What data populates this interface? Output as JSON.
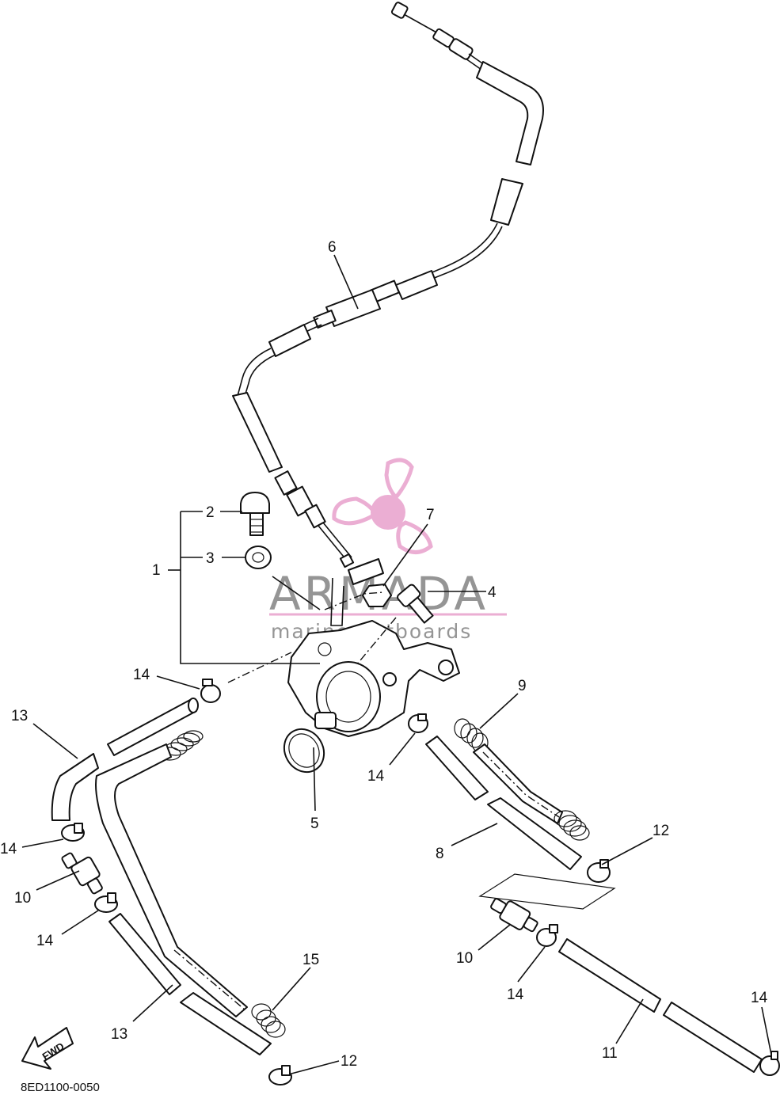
{
  "diagram_code": "8ED1100-0050",
  "fwd_label": "FWD",
  "watermark": {
    "brand": "ARMADA",
    "tagline": "marine outboards",
    "color": "#e9a6cf"
  },
  "callouts": [
    "1",
    "2",
    "3",
    "4",
    "5",
    "6",
    "7",
    "8",
    "9",
    "10",
    "11",
    "12",
    "13",
    "14",
    "15"
  ],
  "callout_labels": {
    "c1": "1",
    "c2": "2",
    "c3": "3",
    "c4": "4",
    "c5": "5",
    "c6": "6",
    "c7": "7",
    "c8": "8",
    "c9": "9",
    "c10a": "10",
    "c10b": "10",
    "c11": "11",
    "c12a": "12",
    "c12b": "12",
    "c13a": "13",
    "c13b": "13",
    "c14a": "14",
    "c14b": "14",
    "c14c": "14",
    "c14d": "14",
    "c14e": "14",
    "c14f": "14",
    "c15": "15"
  }
}
